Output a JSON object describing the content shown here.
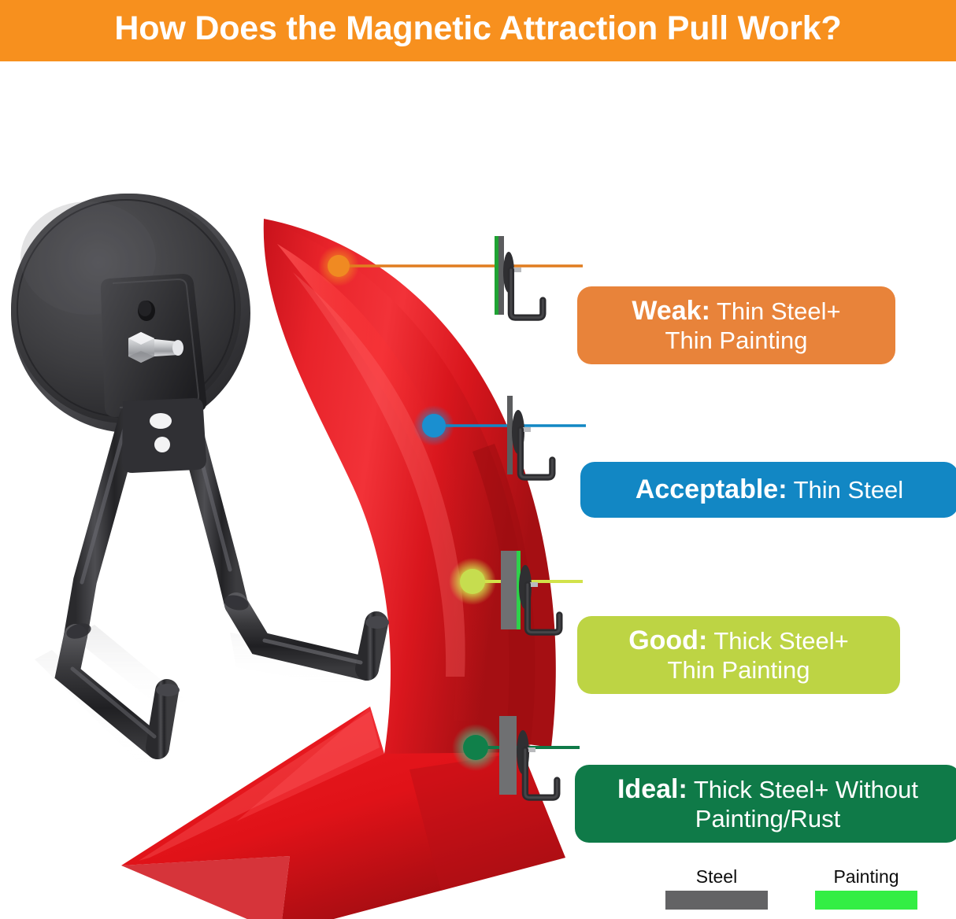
{
  "header": {
    "title": "How Does the Magnetic Attraction Pull Work?",
    "background_color": "#f7901e",
    "text_color": "#ffffff"
  },
  "product": {
    "name": "magnetic-hook",
    "description": "Black round magnet disc with bracket, silver hex bolt and black double hook",
    "magnet_color": "#38383a",
    "hook_color": "#2b2b2d",
    "bolt_color": "#c9cacc"
  },
  "arrow": {
    "name": "magnetic-strength-arrow",
    "shape": "curved-down-arrow",
    "color": "#e41f1f",
    "color_dark": "#a50f13",
    "direction": "weakest-at-top-to-strongest-at-bottom"
  },
  "callouts": [
    {
      "id": "weak",
      "keyword": "Weak:",
      "lines": [
        "Thin Steel+",
        "Thin Painting"
      ],
      "color": "#e8833a",
      "dot_color": "#f08a22",
      "connector_color": "#e07d20",
      "surface": {
        "steel": "thin",
        "painting": "thin",
        "steel_color": "#57585a",
        "painting_color": "#1fa233"
      }
    },
    {
      "id": "acceptable",
      "keyword": "Acceptable:",
      "lines": [
        "Thin Steel"
      ],
      "color": "#1287c4",
      "dot_color": "#1a8fd0",
      "connector_color": "#1287c4",
      "surface": {
        "steel": "thin",
        "painting": "none",
        "steel_color": "#57585a",
        "painting_color": null
      }
    },
    {
      "id": "good",
      "keyword": "Good:",
      "lines": [
        "Thick Steel+",
        "Thin Painting"
      ],
      "color": "#bdd444",
      "dot_color": "#c6dd4f",
      "connector_color": "#d2e24a",
      "surface": {
        "steel": "thick",
        "painting": "thin",
        "steel_color": "#6f7072",
        "painting_color": "#2fd14a"
      }
    },
    {
      "id": "ideal",
      "keyword": "Ideal:",
      "lines": [
        "Thick Steel+ Without",
        "Painting/Rust"
      ],
      "color": "#0f7a48",
      "dot_color": "#10804a",
      "connector_color": "#0f7a48",
      "surface": {
        "steel": "thick",
        "painting": "none",
        "steel_color": "#6f7072",
        "painting_color": null
      }
    }
  ],
  "legend": {
    "items": [
      {
        "label": "Steel",
        "color": "#636365"
      },
      {
        "label": "Painting",
        "color": "#33ee44"
      }
    ],
    "text_color": "#0d0d0d"
  }
}
